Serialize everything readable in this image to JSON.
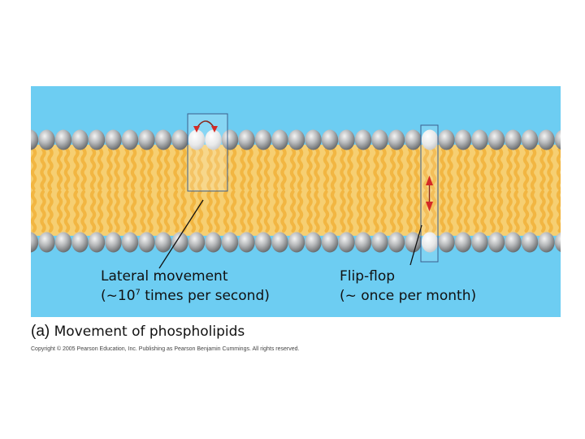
{
  "labels": {
    "lateral_line1": "Lateral movement",
    "lateral_line2_pre": "(~10",
    "lateral_exp": "7",
    "lateral_line2_post": " times per second)",
    "flip_line1": "Flip-flop",
    "flip_line2": "(~ once per month)"
  },
  "caption": {
    "part": "(a)",
    "text": "Movement of phospholipids"
  },
  "copyright": "Copyright © 2005 Pearson Education, Inc. Publishing as Pearson Benjamin Cummings. All rights reserved.",
  "colors": {
    "background_water": "#6dcdf2",
    "head_gray": "#8f9193",
    "head_highlight_light": "#e6e7e8",
    "tail_yellow": "#f2b642",
    "tail_dark": "#d98f1f",
    "arrow_red": "#d42a26",
    "box_blue": "#3b5e8c"
  },
  "icons": {
    "lateral_arrow": "curved-double-arrow",
    "flip_arrow": "vertical-double-arrow"
  }
}
